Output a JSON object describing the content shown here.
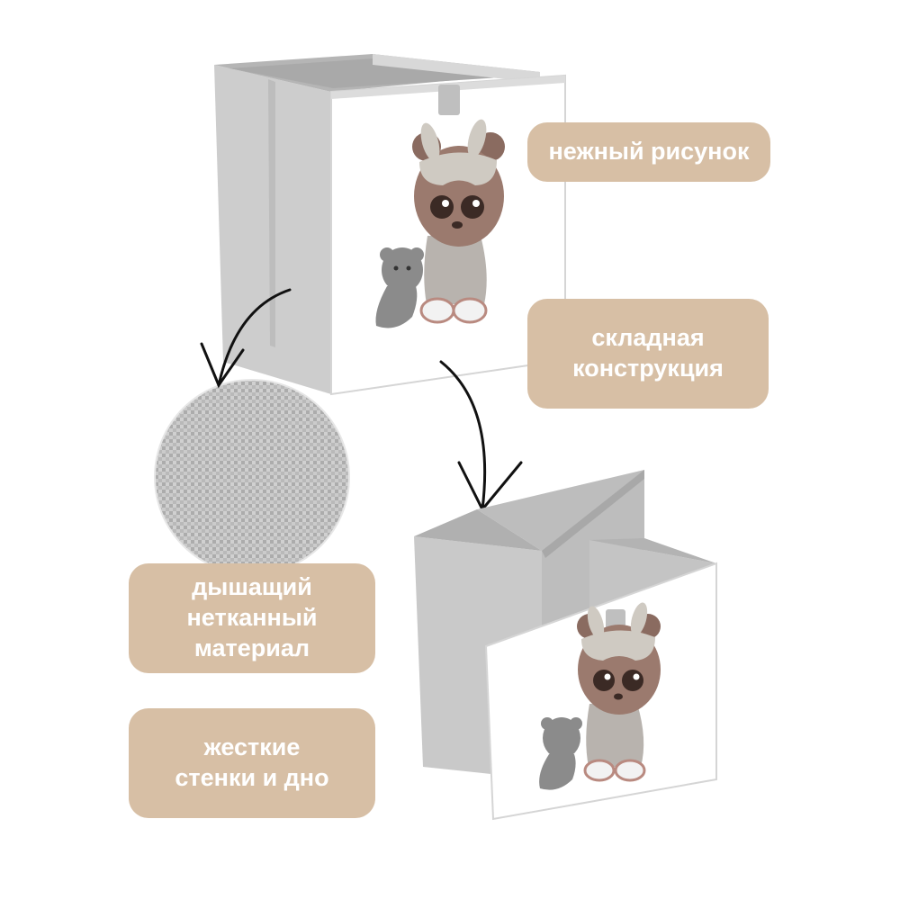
{
  "badges": {
    "gentle_print": "нежный рисунок",
    "folding_line1": "складная",
    "folding_line2": "конструкция",
    "breathable_line1": "дышащий",
    "breathable_line2": "нетканный",
    "breathable_line3": "материал",
    "rigid_line1": "жесткие",
    "rigid_line2": "стенки и дно"
  },
  "colors": {
    "badge_fill": "#d7bfa5",
    "badge_text": "#ffffff",
    "box_gray": "#c9c9c9",
    "box_front": "#ffffff",
    "arrow": "#111111"
  }
}
